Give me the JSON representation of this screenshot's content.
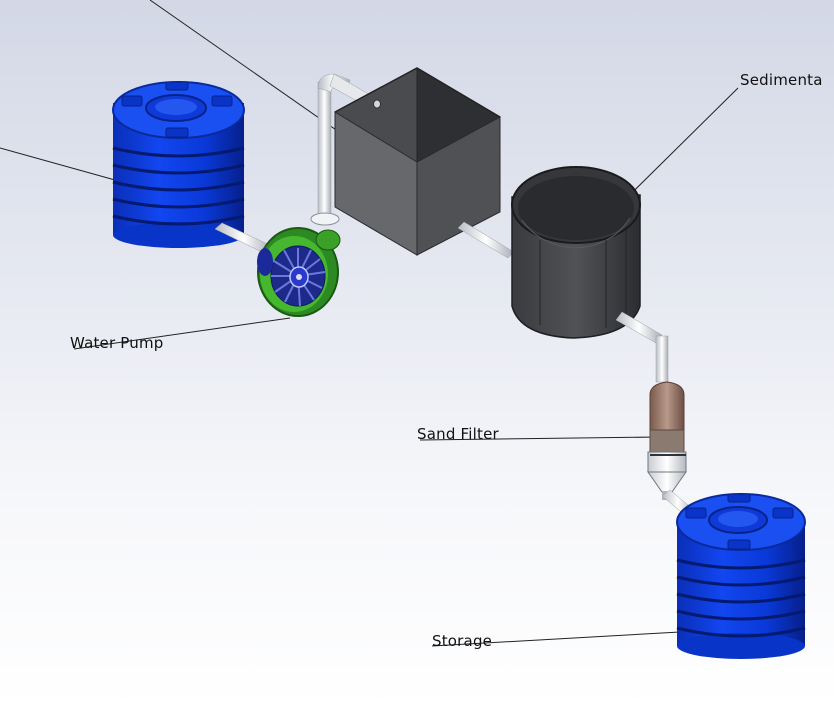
{
  "labels": {
    "water_pump": "Water Pump",
    "sedimentation": "Sedimenta",
    "sand_filter": "Sand Filter",
    "storage": "Storage"
  },
  "colors": {
    "tank_blue": "#0a3fe0",
    "tank_dark": "#06258c",
    "pump_green": "#3fae2c",
    "box_gray": "#5a5c60",
    "pipe_white": "#e8e8ec"
  }
}
